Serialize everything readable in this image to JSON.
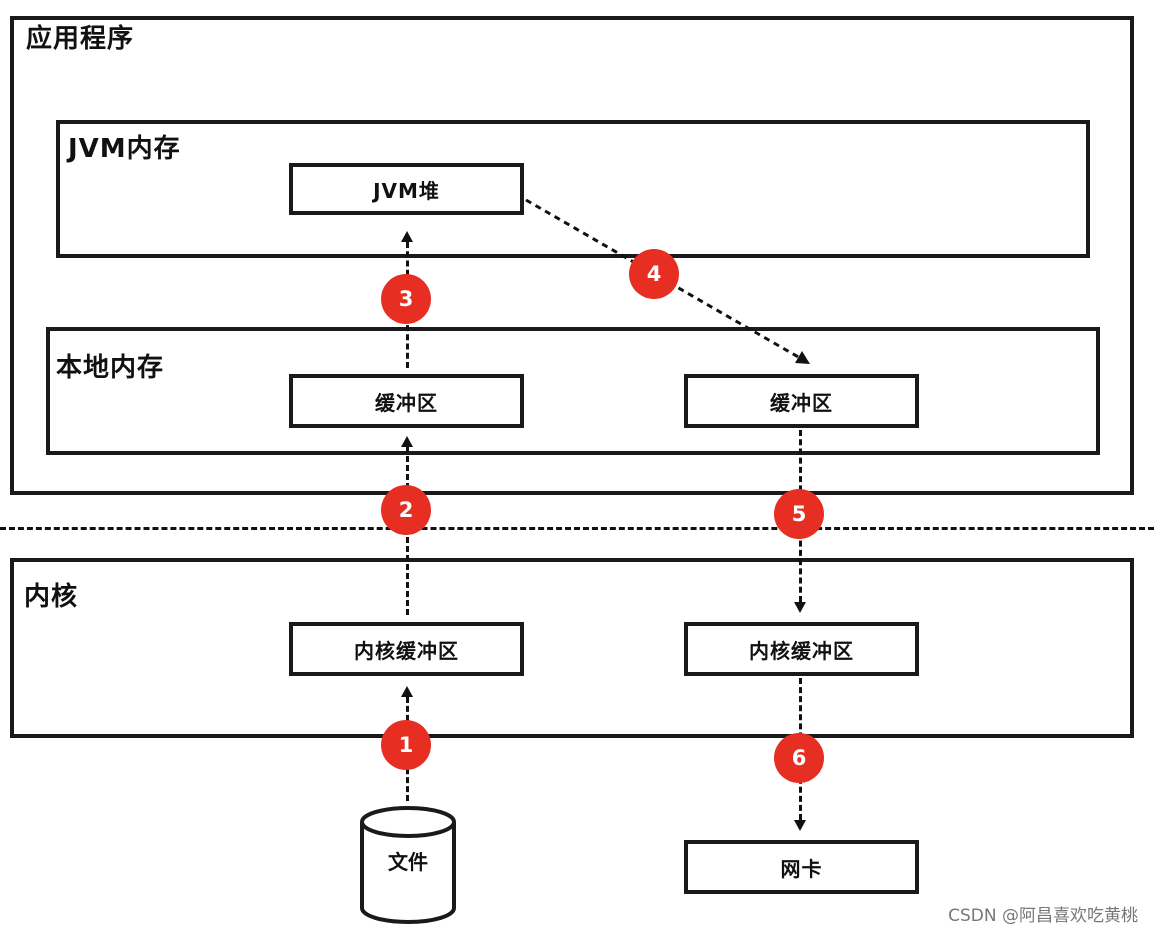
{
  "regions": {
    "application": "应用程序",
    "jvm_memory": "JVM内存",
    "native_memory": "本地内存",
    "kernel": "内核"
  },
  "boxes": {
    "jvm_heap": "JVM堆",
    "native_buffer_left": "缓冲区",
    "native_buffer_right": "缓冲区",
    "kernel_buffer_left": "内核缓冲区",
    "kernel_buffer_right": "内核缓冲区",
    "file": "文件",
    "nic": "网卡"
  },
  "steps": [
    "1",
    "2",
    "3",
    "4",
    "5",
    "6"
  ],
  "watermark": "CSDN @阿昌喜欢吃黄桃",
  "colors": {
    "badge": "#e62e22",
    "stroke": "#1a1a1a"
  }
}
